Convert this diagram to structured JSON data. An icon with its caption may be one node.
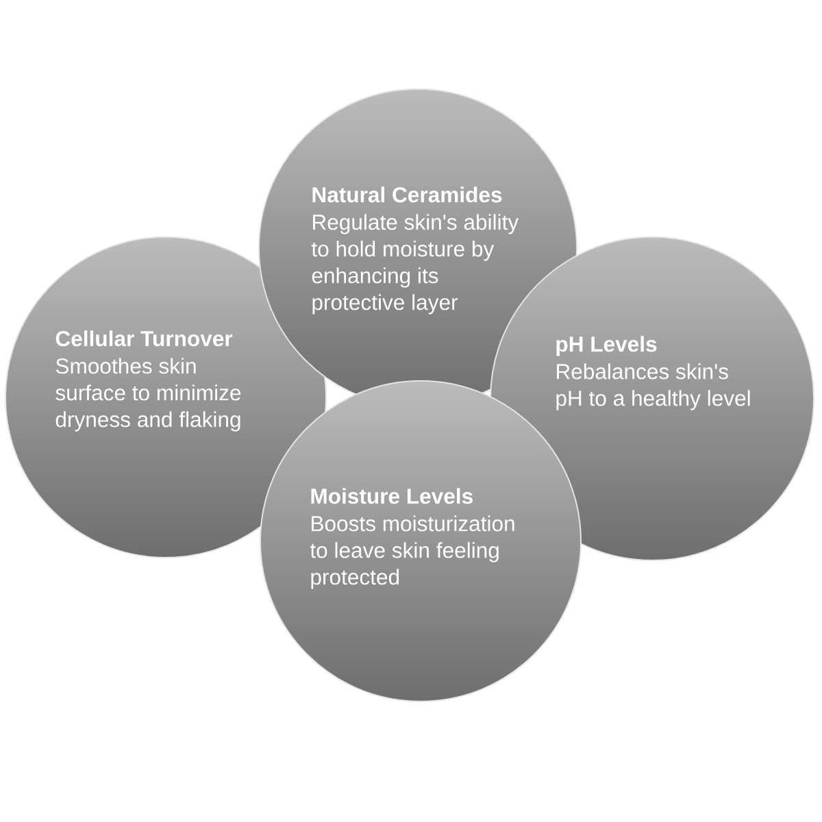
{
  "diagram": {
    "nodes": [
      {
        "text": [
          "Natural Ceramides",
          "Regulate skin's ability to hold moisture by enhancing its protective layer"
        ]
      },
      {
        "text": [
          "Cellular Turnover",
          "Smoothes skin surface to minimize dryness and flaking"
        ]
      },
      {
        "text": [
          "pH Levels",
          "Rebalances skin's pH to a healthy level"
        ]
      },
      {
        "text": [
          "Moisture Levels",
          "Boosts moisturization to leave skin feeling protected"
        ]
      }
    ]
  }
}
